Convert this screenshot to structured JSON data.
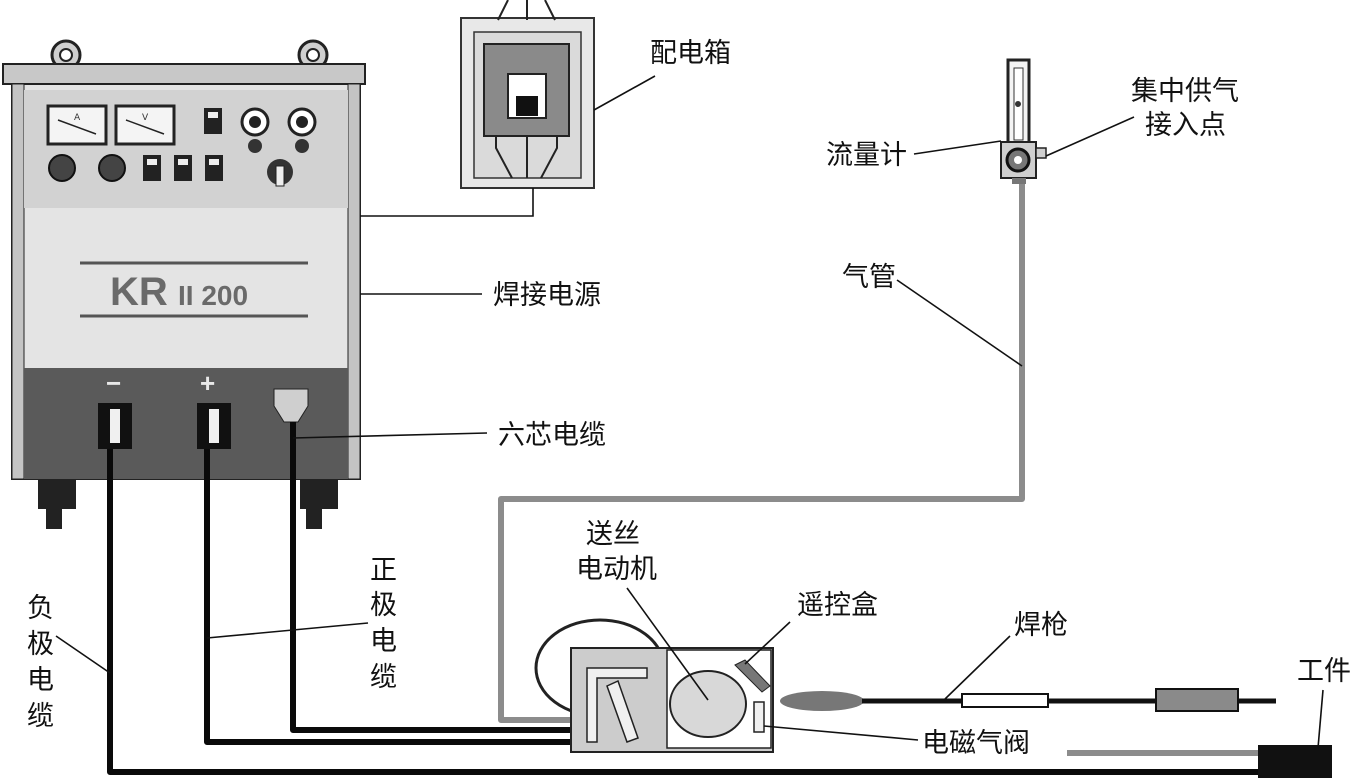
{
  "machine": {
    "model_main": "KR",
    "model_sub": "II 200",
    "meter_a": "A",
    "meter_v": "V",
    "neg_sign": "−",
    "pos_sign": "+"
  },
  "labels": {
    "distribution_box": "配电箱",
    "welding_power": "焊接电源",
    "six_core_cable": "六芯电缆",
    "flow_meter": "流量计",
    "gas_supply_1": "集中供气",
    "gas_supply_2": "接入点",
    "gas_hose": "气管",
    "wire_feeder_1": "送丝",
    "wire_feeder_2": "电动机",
    "remote_box": "遥控盒",
    "torch": "焊枪",
    "workpiece": "工件",
    "solenoid_valve": "电磁气阀",
    "pos_cable": [
      "正",
      "极",
      "电",
      "缆"
    ],
    "neg_cable": [
      "负",
      "极",
      "电",
      "缆"
    ]
  },
  "colors": {
    "cable": "#0a0a0a",
    "hose": "#8c8c8c",
    "panel": "#d9d9d9",
    "base": "#555555"
  }
}
